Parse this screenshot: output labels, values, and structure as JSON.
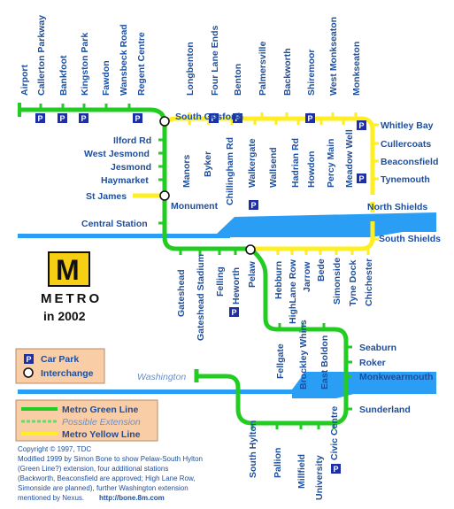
{
  "colors": {
    "green": "#22cc22",
    "yellow": "#ffee22",
    "river": "#2a9df4",
    "label": "#1d4e9e",
    "park": "#1d2fa8",
    "logo": "#f6cf15"
  },
  "logo": {
    "letter": "M",
    "word": "METRO",
    "year": "in 2002"
  },
  "stations": {
    "airport": "Airport",
    "callerton_parkway": "Callerton Parkway",
    "bankfoot": "Bankfoot",
    "kingston_park": "Kingston Park",
    "fawdon": "Fawdon",
    "wansbeck_road": "Wansbeck Road",
    "regent_centre": "Regent Centre",
    "south_gosforth": "South Gosforth",
    "ilford_rd": "Ilford Rd",
    "west_jesmond": "West Jesmond",
    "jesmond": "Jesmond",
    "haymarket": "Haymarket",
    "st_james": "St James",
    "monument": "Monument",
    "central_station": "Central Station",
    "longbenton": "Longbenton",
    "four_lane_ends": "Four Lane Ends",
    "benton": "Benton",
    "palmersville": "Palmersville",
    "backworth": "Backworth",
    "shiremoor": "Shiremoor",
    "west_monkseaton": "West Monkseaton",
    "monkseaton": "Monkseaton",
    "whitley_bay": "Whitley Bay",
    "cullercoats": "Cullercoats",
    "beaconsfield": "Beaconsfield",
    "tynemouth": "Tynemouth",
    "north_shields": "North Shields",
    "manors": "Manors",
    "byker": "Byker",
    "chillingham_rd": "Chillingham Rd",
    "walkergate": "Walkergate",
    "wallsend": "Wallsend",
    "hadrian_rd": "Hadrian Rd",
    "howdon": "Howdon",
    "percy_main": "Percy Main",
    "meadow_well": "Meadow Well",
    "south_shields": "South Shields",
    "gateshead": "Gateshead",
    "gateshead_stadium": "Gateshead Stadium",
    "felling": "Felling",
    "heworth": "Heworth",
    "pelaw": "Pelaw",
    "hebburn": "Hebburn",
    "highlane_row": "HighLane Row",
    "jarrow": "Jarrow",
    "bede": "Bede",
    "simonside": "Simonside",
    "tyne_dock": "Tyne Dock",
    "chichester": "Chichester",
    "fellgate": "Fellgate",
    "brockley_whins": "Brockley Whins",
    "east_boldon": "East Boldon",
    "seaburn": "Seaburn",
    "roker": "Roker",
    "monkwearmouth": "Monkwearmouth",
    "sunderland": "Sunderland",
    "washington": "Washington",
    "south_hylton": "South Hylton",
    "pallion": "Pallion",
    "millfield": "Millfield",
    "university": "University",
    "civic_centre": "Civic Centre"
  },
  "legend": {
    "car_park_symbol": "P",
    "car_park": "Car Park",
    "interchange": "Interchange",
    "green_line": "Metro Green Line",
    "possible_extension": "Possible Extension",
    "yellow_line": "Metro Yellow Line"
  },
  "notes": {
    "line1": "Copyright © 1997, TDC",
    "line2": "Modified 1999 by Simon Bone to show Pelaw-South Hylton",
    "line3": "(Green Line?) extension, four additional stations",
    "line4": "(Backworth, Beaconsfield are approved; High Lane Row,",
    "line5": "Simonside are planned), further Washington extension",
    "line6": "mentioned by Nexus.",
    "url": "http://bone.8m.com"
  }
}
